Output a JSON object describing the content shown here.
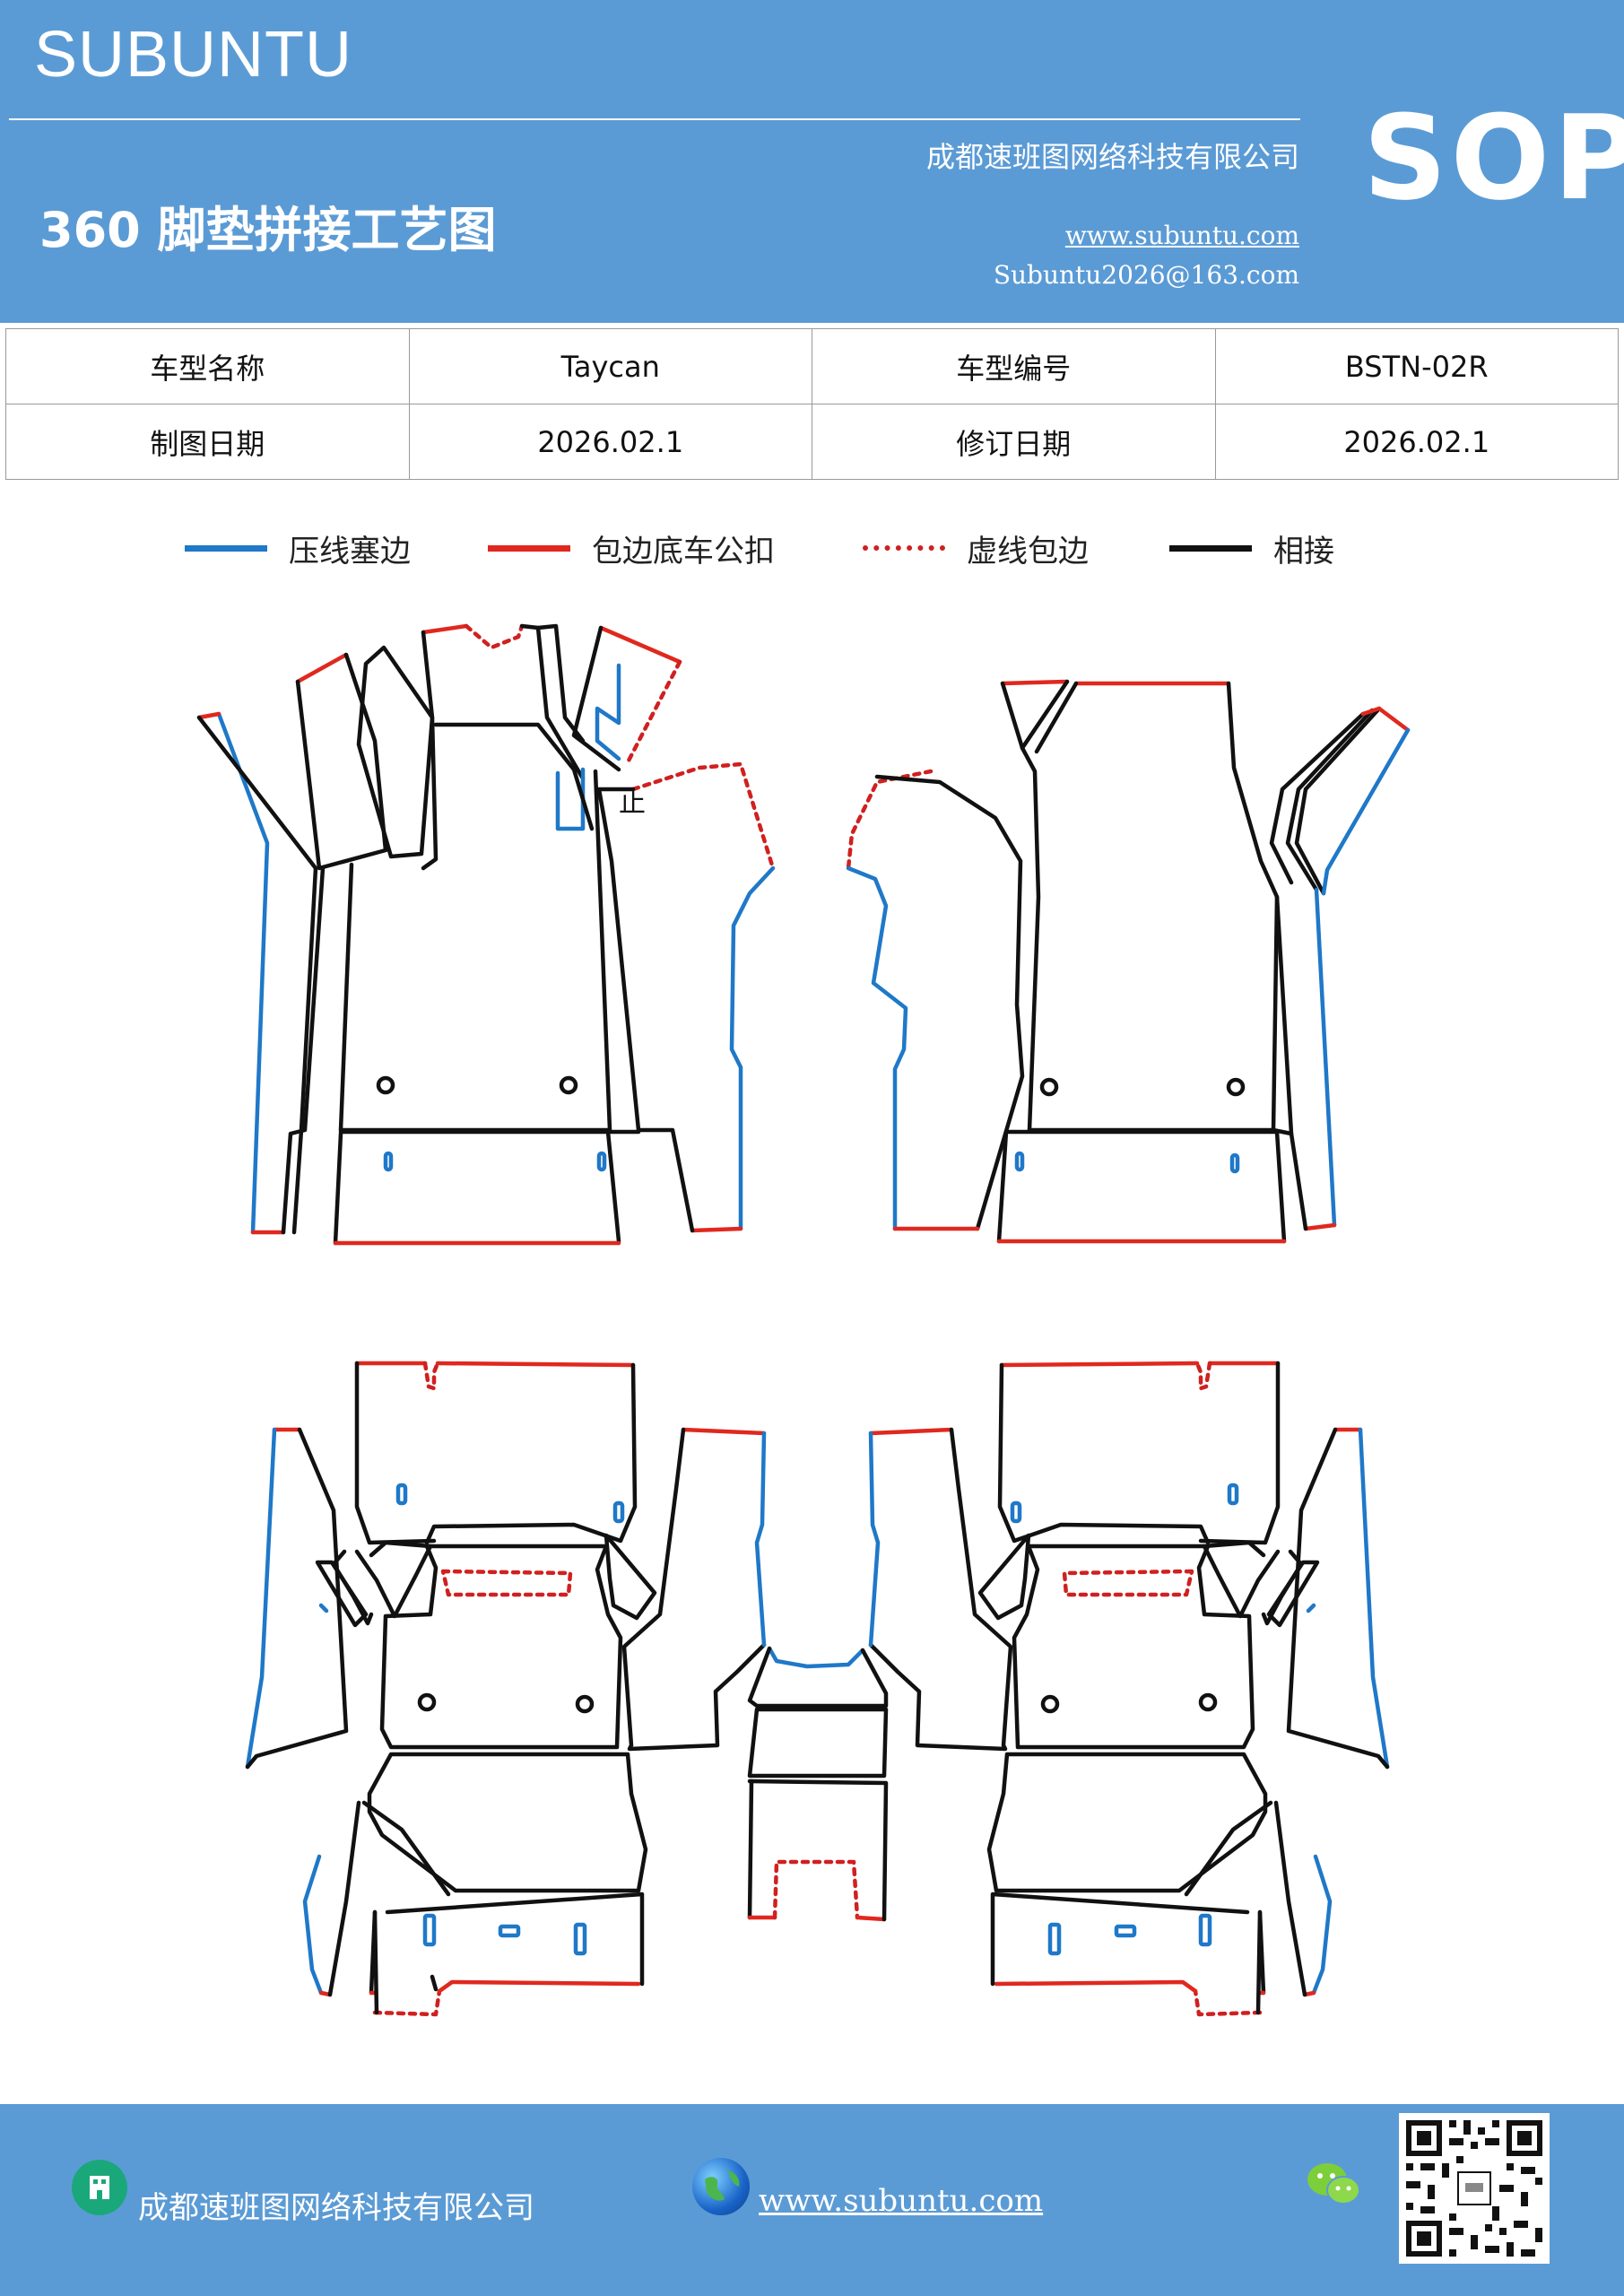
{
  "header": {
    "brand": "SUBUNTU",
    "badge": "SOP",
    "company": "成都速班图网络科技有限公司",
    "title": "360 脚垫拼接工艺图",
    "website": "www.subuntu.com",
    "email": "Subuntu2026@163.com"
  },
  "info_table": {
    "rows": [
      [
        "车型名称",
        "Taycan",
        "车型编号",
        "BSTN-02R"
      ],
      [
        "制图日期",
        "2026.02.1",
        "修订日期",
        "2026.02.1"
      ]
    ]
  },
  "legend": [
    {
      "label": "压线塞边",
      "color": "#1f78c8",
      "style": "solid"
    },
    {
      "label": "包边底车公扣",
      "color": "#e0281e",
      "style": "solid"
    },
    {
      "label": "虚线包边",
      "color": "#d02020",
      "style": "dotted"
    },
    {
      "label": "相接",
      "color": "#111111",
      "style": "solid"
    }
  ],
  "diagram": {
    "marker_text": "止"
  },
  "footer": {
    "company": "成都速班图网络科技有限公司",
    "website": "www.subuntu.com",
    "icons": [
      "building-icon",
      "globe-icon",
      "wechat-icon",
      "qr-code"
    ]
  },
  "colors": {
    "header_bg": "#5b9bd5",
    "blue_line": "#1f78c8",
    "red_line": "#e0281e",
    "black_line": "#111111"
  }
}
